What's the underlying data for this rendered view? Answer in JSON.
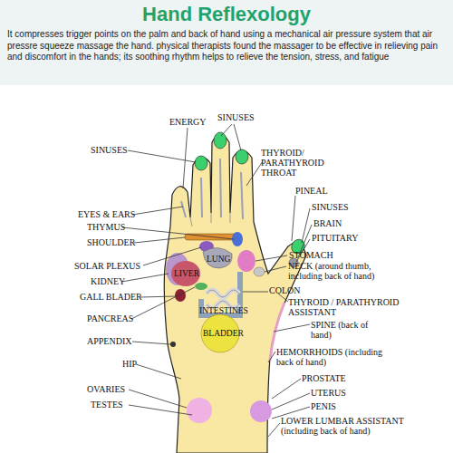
{
  "diagram": {
    "title": "Hand Reflexology",
    "labels": [
      "It compresses trigger points on the palm and back of hand using a mechanical air pressure system that air pressre squeeze massage the hand. physical therapists found the massager to be effective in relieving pain and discomfort in the hands; its soothing rhythm helps to relieve the tension, stress, and fatigue",
      "ENERGY",
      "SINUSES",
      "SINUSES",
      "THYROID/ PARATHYROID THROAT",
      "EYES & EARS",
      "THYMUS",
      "PINEAL",
      "SINUSES",
      "BRAIN",
      "PITUITARY",
      "SHOULDER",
      "STOMACH",
      "SOLAR PLEXUS",
      "NECK (around thumb, including back of hand)",
      "LUNG",
      "KIDNEY",
      "LIVER",
      "GALL BLADER",
      "COLON",
      "THYROID / PARATHYROID ASSISTANT",
      "INTESTINES",
      "SPINE (back of hand)",
      "PANCREAS",
      "BLADDER",
      "APPENDIX",
      "HEMORRHOIDS (including back of hand)",
      "HIP",
      "PROSTATE",
      "UTERUS",
      "OVARIES",
      "PENIS",
      "TESTES",
      "LOWER LUMBAR ASSISTANT (including back of hand)"
    ]
  }
}
